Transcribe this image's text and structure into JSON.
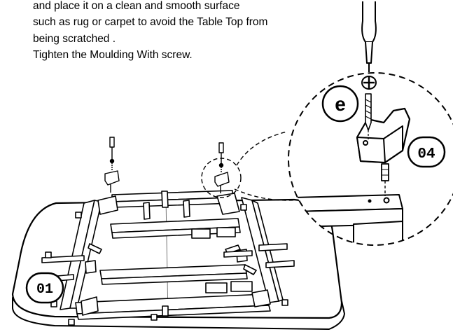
{
  "instructions": {
    "lines": [
      "and place it on a clean and smooth surface",
      "such as rug or carpet to avoid the Table Top from",
      "being scratched .",
      "Tighten the Moulding With screw."
    ]
  },
  "callouts": {
    "part_letter": "e",
    "part_number": "04",
    "table_number": "01"
  }
}
